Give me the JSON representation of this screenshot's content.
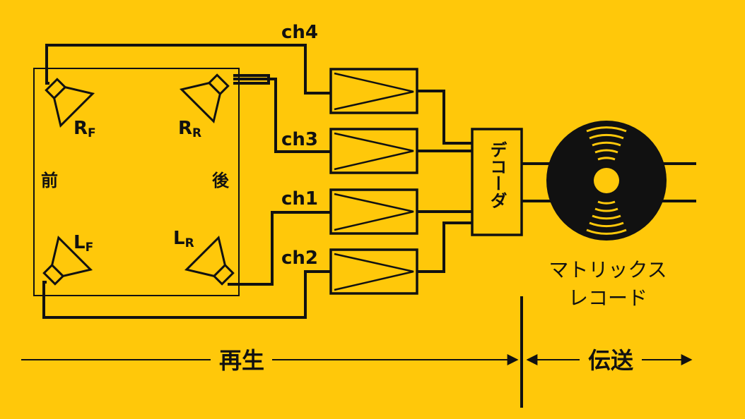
{
  "colors": {
    "background": "#FFC80A",
    "ink": "#111111"
  },
  "speakers": {
    "rear_right": {
      "main": "R",
      "sub": "F"
    },
    "rear_rear": {
      "main": "R",
      "sub": "R"
    },
    "left_front": {
      "main": "L",
      "sub": "F"
    },
    "left_rear": {
      "main": "L",
      "sub": "R"
    }
  },
  "room": {
    "front_label": "前",
    "rear_label": "後"
  },
  "channels": {
    "ch4": "ch4",
    "ch3": "ch3",
    "ch1": "ch1",
    "ch2": "ch2"
  },
  "decoder": {
    "label": "デコーダ"
  },
  "record": {
    "line1": "マトリックス",
    "line2": "レコード"
  },
  "bottom": {
    "playback": "再生",
    "transmission": "伝送"
  }
}
